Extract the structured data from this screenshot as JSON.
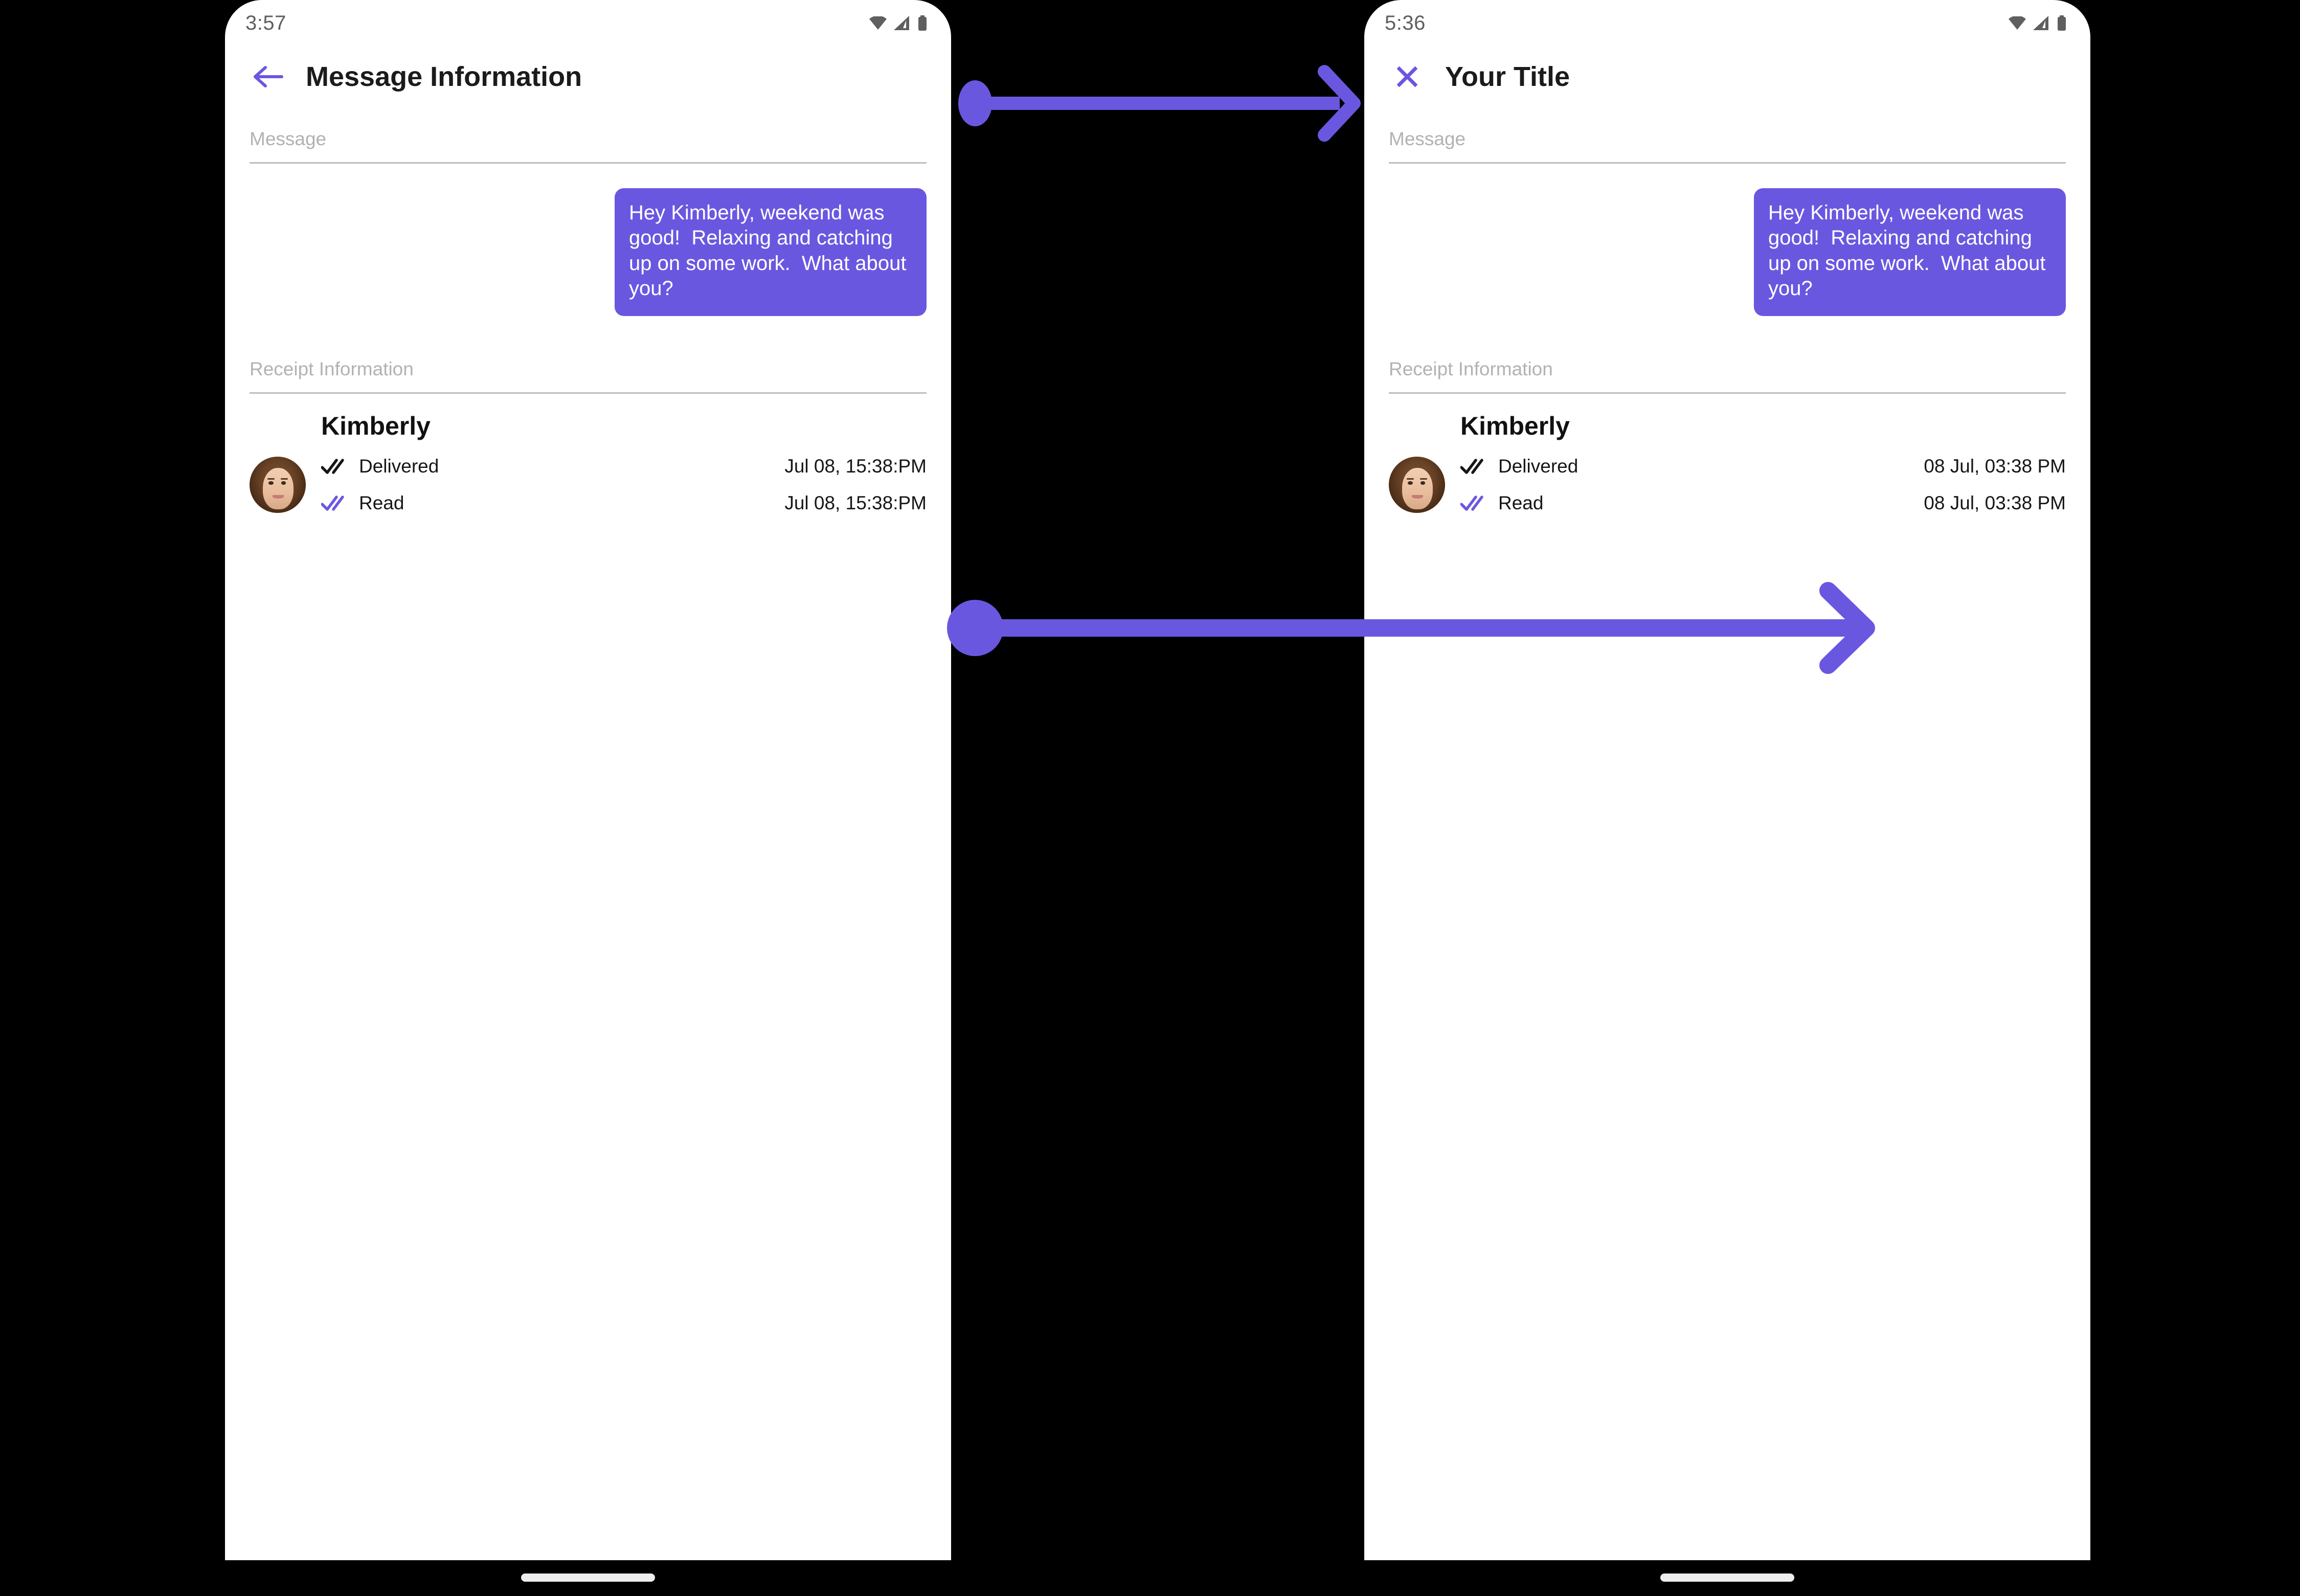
{
  "theme": {
    "accent": "#6a57e0",
    "screen_bg": "#ffffff",
    "canvas_bg": "#000000",
    "label_gray": "#b2b2b2",
    "divider_gray": "#bdbdbd",
    "status_gray": "#5f5f5f"
  },
  "phones": [
    {
      "id": "left",
      "status_bar": {
        "time": "3:57",
        "icons": [
          "wifi-icon",
          "cellular-signal-icon",
          "battery-icon"
        ]
      },
      "app_bar": {
        "nav_icon": "back-arrow-icon",
        "title": "Message Information"
      },
      "message_section": {
        "label": "Message",
        "bubble_text": "Hey Kimberly, weekend was good!  Relaxing and catching up on some work.  What about you?"
      },
      "receipt_section": {
        "label": "Receipt Information",
        "contact_name": "Kimberly",
        "avatar": "contact-avatar",
        "rows": [
          {
            "icon": "double-check-icon",
            "icon_color": "#161616",
            "status": "Delivered",
            "time": "Jul 08, 15:38:PM"
          },
          {
            "icon": "double-check-icon",
            "icon_color": "#6a57e0",
            "status": "Read",
            "time": "Jul 08, 15:38:PM"
          }
        ]
      }
    },
    {
      "id": "right",
      "status_bar": {
        "time": "5:36",
        "icons": [
          "wifi-icon",
          "cellular-signal-icon",
          "battery-icon"
        ]
      },
      "app_bar": {
        "nav_icon": "close-icon",
        "title": "Your Title"
      },
      "message_section": {
        "label": "Message",
        "bubble_text": "Hey Kimberly, weekend was good!  Relaxing and catching up on some work.  What about you?"
      },
      "receipt_section": {
        "label": "Receipt Information",
        "contact_name": "Kimberly",
        "avatar": "contact-avatar",
        "rows": [
          {
            "icon": "double-check-icon",
            "icon_color": "#161616",
            "status": "Delivered",
            "time": "08 Jul, 03:38 PM"
          },
          {
            "icon": "double-check-icon",
            "icon_color": "#6a57e0",
            "status": "Read",
            "time": "08 Jul, 03:38 PM"
          }
        ]
      }
    }
  ],
  "annotations": [
    {
      "name": "title-change-arrow",
      "color": "#6a57e0"
    },
    {
      "name": "timestamp-format-change-arrow",
      "color": "#6a57e0"
    }
  ]
}
